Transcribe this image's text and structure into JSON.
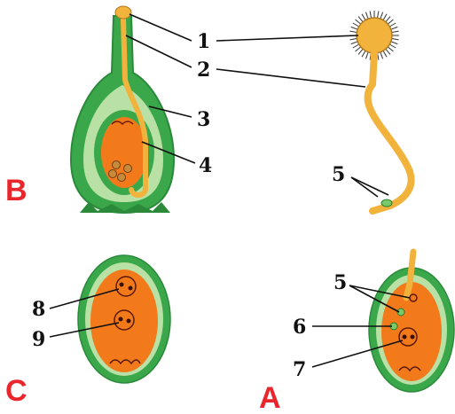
{
  "colors": {
    "green": "#3aa84a",
    "light_green": "#b9e0a5",
    "orange": "#f27a1a",
    "pollen_tube": "#f2b33d",
    "panel_letter": "#e8262b",
    "line": "#111111"
  },
  "panels": {
    "B": "B",
    "C": "C",
    "A": "A"
  },
  "labels": {
    "n1": "1",
    "n2": "2",
    "n3": "3",
    "n4": "4",
    "n5_top": "5",
    "n5_bottom": "5",
    "n6": "6",
    "n7": "7",
    "n8": "8",
    "n9": "9"
  }
}
